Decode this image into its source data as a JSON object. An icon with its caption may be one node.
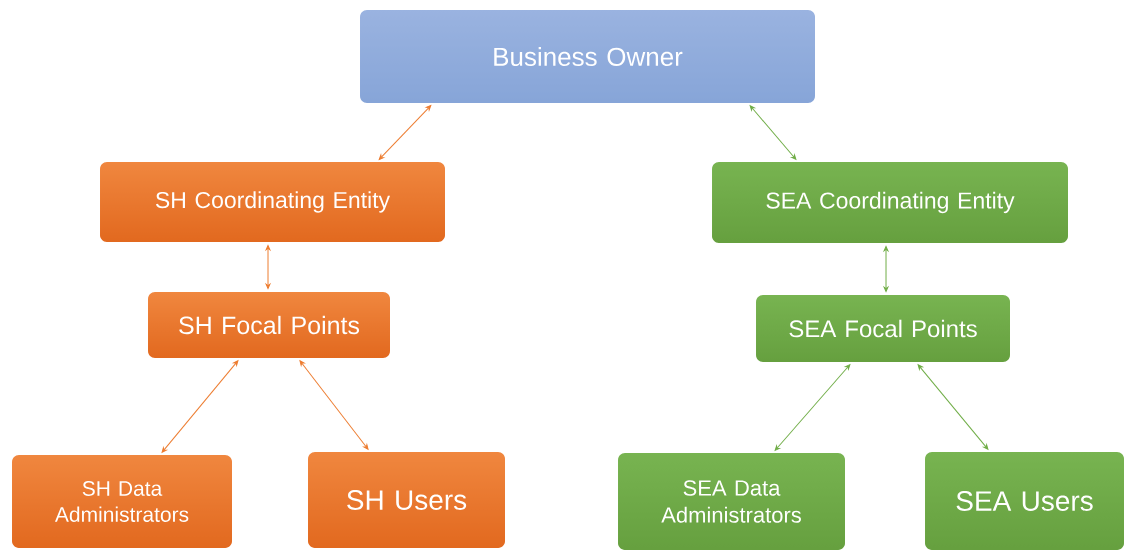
{
  "diagram": {
    "nodes": [
      {
        "text": [
          "Business Owner"
        ]
      },
      {
        "text": [
          "SH Coordinating Entity"
        ]
      },
      {
        "text": [
          "SEA Coordinating Entity"
        ]
      },
      {
        "text": [
          "SH Focal Points"
        ]
      },
      {
        "text": [
          "SEA Focal Points"
        ]
      },
      {
        "text": [
          "SH Data Administrators"
        ]
      },
      {
        "text": [
          "SH Users"
        ]
      },
      {
        "text": [
          "SEA Data Administrators"
        ]
      },
      {
        "text": [
          "SEA Users"
        ]
      }
    ],
    "edges": [
      {
        "from": 0,
        "to": 1,
        "arrow": "both",
        "color": "#ed7d31"
      },
      {
        "from": 0,
        "to": 2,
        "arrow": "both",
        "color": "#70ad47"
      },
      {
        "from": 1,
        "to": 3,
        "arrow": "both",
        "color": "#ed7d31"
      },
      {
        "from": 2,
        "to": 4,
        "arrow": "both",
        "color": "#70ad47"
      },
      {
        "from": 3,
        "to": 5,
        "arrow": "both",
        "color": "#ed7d31"
      },
      {
        "from": 3,
        "to": 6,
        "arrow": "both",
        "color": "#ed7d31"
      },
      {
        "from": 4,
        "to": 7,
        "arrow": "both",
        "color": "#70ad47"
      },
      {
        "from": 4,
        "to": 8,
        "arrow": "both",
        "color": "#70ad47"
      }
    ]
  }
}
